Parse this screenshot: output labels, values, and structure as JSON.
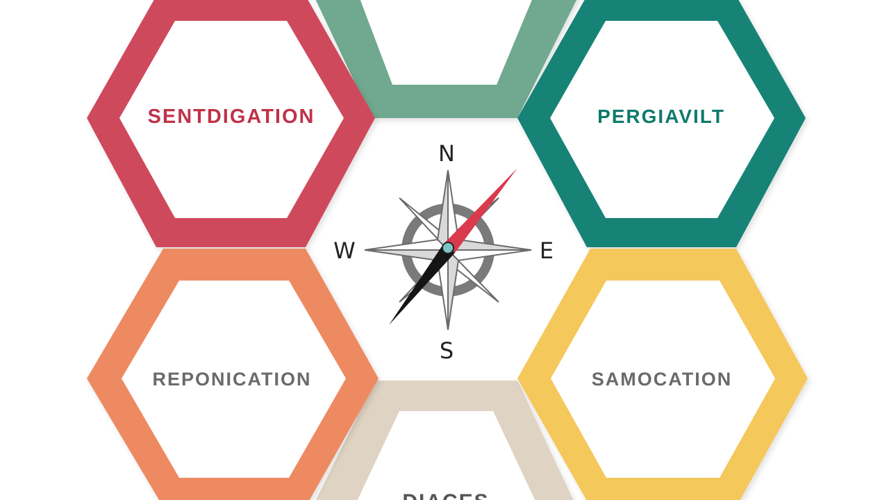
{
  "hexagons": {
    "top_left": {
      "label": "SENTDIGATION",
      "color": "#cf4a5c",
      "text_color": "#c0304a"
    },
    "top_middle": {
      "label": "",
      "color": "#6fa98f"
    },
    "top_right": {
      "label": "PERGIAVILT",
      "color": "#178376",
      "text_color": "#117a6c"
    },
    "bottom_left": {
      "label": "REPONICATION",
      "color": "#ee8a62",
      "text_color": "#6b6b6b"
    },
    "bottom_right": {
      "label": "SAMOCATION",
      "color": "#f5c85c",
      "text_color": "#6b6b6b"
    },
    "bottom_middle": {
      "label": "DIACES",
      "color": "#dfd3c3",
      "text_color": "#555555"
    }
  },
  "compass": {
    "north": "N",
    "south": "S",
    "east": "E",
    "west": "W",
    "needle_north_color": "#d93a4c",
    "needle_south_color": "#151515",
    "rose_color": "#7a7a7a",
    "hub_color": "#7cc6c7"
  }
}
